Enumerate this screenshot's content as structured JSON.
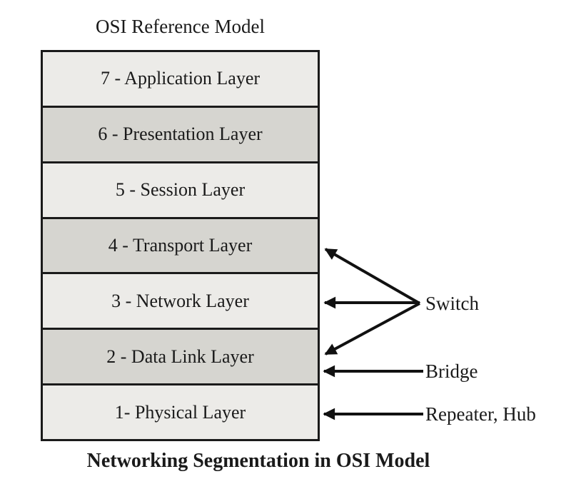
{
  "title": "OSI Reference Model",
  "caption": "Networking Segmentation in OSI Model",
  "layers": [
    {
      "number": 7,
      "label": "7 - Application Layer",
      "shade": "light"
    },
    {
      "number": 6,
      "label": "6 - Presentation Layer",
      "shade": "dark"
    },
    {
      "number": 5,
      "label": "5 - Session Layer",
      "shade": "light"
    },
    {
      "number": 4,
      "label": "4 - Transport Layer",
      "shade": "dark"
    },
    {
      "number": 3,
      "label": "3 - Network Layer",
      "shade": "light"
    },
    {
      "number": 2,
      "label": "2 - Data Link Layer",
      "shade": "dark"
    },
    {
      "number": 1,
      "label": "1- Physical Layer",
      "shade": "light"
    }
  ],
  "annotations": [
    {
      "label": "Switch",
      "targets": [
        "4 - Transport Layer",
        "3 - Network Layer",
        "2 - Data Link Layer"
      ]
    },
    {
      "label": "Bridge",
      "targets": [
        "2 - Data Link Layer"
      ]
    },
    {
      "label": "Repeater, Hub",
      "targets": [
        "1- Physical Layer"
      ]
    }
  ],
  "colors": {
    "layer_light": "#ECEBE8",
    "layer_dark": "#D6D5D0",
    "border": "#1A1A1A",
    "arrow": "#111111",
    "background": "#FFFFFF",
    "text": "#1A1A1A"
  }
}
